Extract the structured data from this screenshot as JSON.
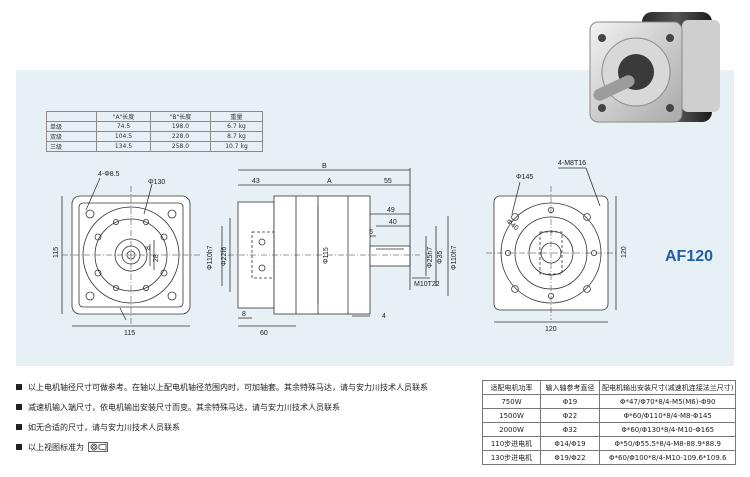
{
  "model": "AF120",
  "spec_table": {
    "headers": [
      "",
      "\"A\"长度",
      "\"B\"长度",
      "重量"
    ],
    "rows": [
      [
        "单级",
        "74.5",
        "198.0",
        "6.7 kg"
      ],
      [
        "双级",
        "104.5",
        "228.0",
        "8.7 kg"
      ],
      [
        "三级",
        "134.5",
        "258.0",
        "10.7 kg"
      ]
    ]
  },
  "dims": {
    "front": {
      "holes": "4-Φ8.5",
      "pcd": "Φ130",
      "side": "115",
      "bottom": "115",
      "d1": "8",
      "d2": "28"
    },
    "side": {
      "b": "B",
      "a": "A",
      "l43": "43",
      "l55": "55",
      "l49": "49",
      "l40": "40",
      "l5": "5",
      "l8": "8",
      "l60": "60",
      "l4": "4",
      "d110": "Φ110h7",
      "d22": "Φ22f6",
      "d115": "Φ115",
      "d25": "Φ25h7",
      "d35": "Φ35",
      "d110b": "Φ110h7",
      "thread": "M10T22"
    },
    "rear": {
      "thread": "4-M8T16",
      "pcd": "Φ145",
      "d40": "Φ40",
      "side": "120",
      "bottom": "120"
    }
  },
  "notes": [
    "以上电机轴径尺寸可做参考。在轴以上配电机轴径范围内时，可加轴套。其余特殊马达，请与安力川技术人员联系",
    "减速机输入端尺寸，依电机输出安装尺寸而变。其余特殊马达，请与安力川技术人员联系",
    "如无合适的尺寸，请与安力川技术人员联系",
    "以上视图标准为"
  ],
  "motor_table": {
    "headers": [
      "适配电机功率",
      "输入轴参考直径",
      "配电机输出安装尺寸(减速机连接法兰尺寸)"
    ],
    "rows": [
      [
        "750W",
        "Φ19",
        "Φ*47/Φ70*8/4-M5(M6)-Φ90"
      ],
      [
        "1500W",
        "Φ22",
        "Φ*60/Φ110*8/4-M8-Φ145"
      ],
      [
        "2000W",
        "Φ32",
        "Φ*60/Φ130*8/4-M10-Φ165"
      ],
      [
        "110步进电机",
        "Φ14/Φ19",
        "Φ*50/Φ55.5*8/4-M8-88.9*88.9"
      ],
      [
        "130步进电机",
        "Φ19/Φ22",
        "Φ*60/Φ100*8/4-M10-109.6*109.6"
      ]
    ]
  }
}
